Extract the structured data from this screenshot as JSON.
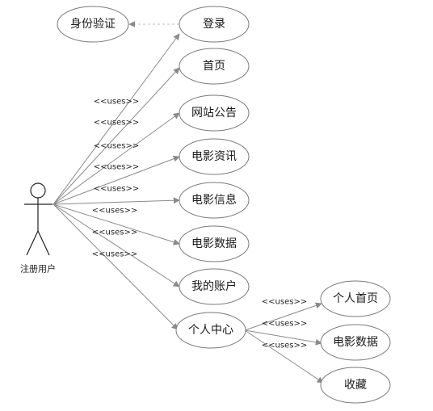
{
  "actor": {
    "label": "注册用户"
  },
  "auth": {
    "label": "身份验证"
  },
  "use_cases": [
    {
      "id": "login",
      "label": "登录"
    },
    {
      "id": "home",
      "label": "首页"
    },
    {
      "id": "notice",
      "label": "网站公告"
    },
    {
      "id": "news",
      "label": "电影资讯"
    },
    {
      "id": "info",
      "label": "电影信息"
    },
    {
      "id": "data",
      "label": "电影数据"
    },
    {
      "id": "account",
      "label": "我的账户"
    },
    {
      "id": "center",
      "label": "个人中心"
    }
  ],
  "sub_cases": [
    {
      "id": "personal-home",
      "label": "个人首页"
    },
    {
      "id": "movie-data",
      "label": "电影数据"
    },
    {
      "id": "favorites",
      "label": "收藏"
    }
  ],
  "uses_label": "<<uses>>",
  "colors": {
    "line": "#8a8a8a",
    "ellipse_stroke": "#7a7a7a",
    "dashed": "#bdbdbd"
  }
}
